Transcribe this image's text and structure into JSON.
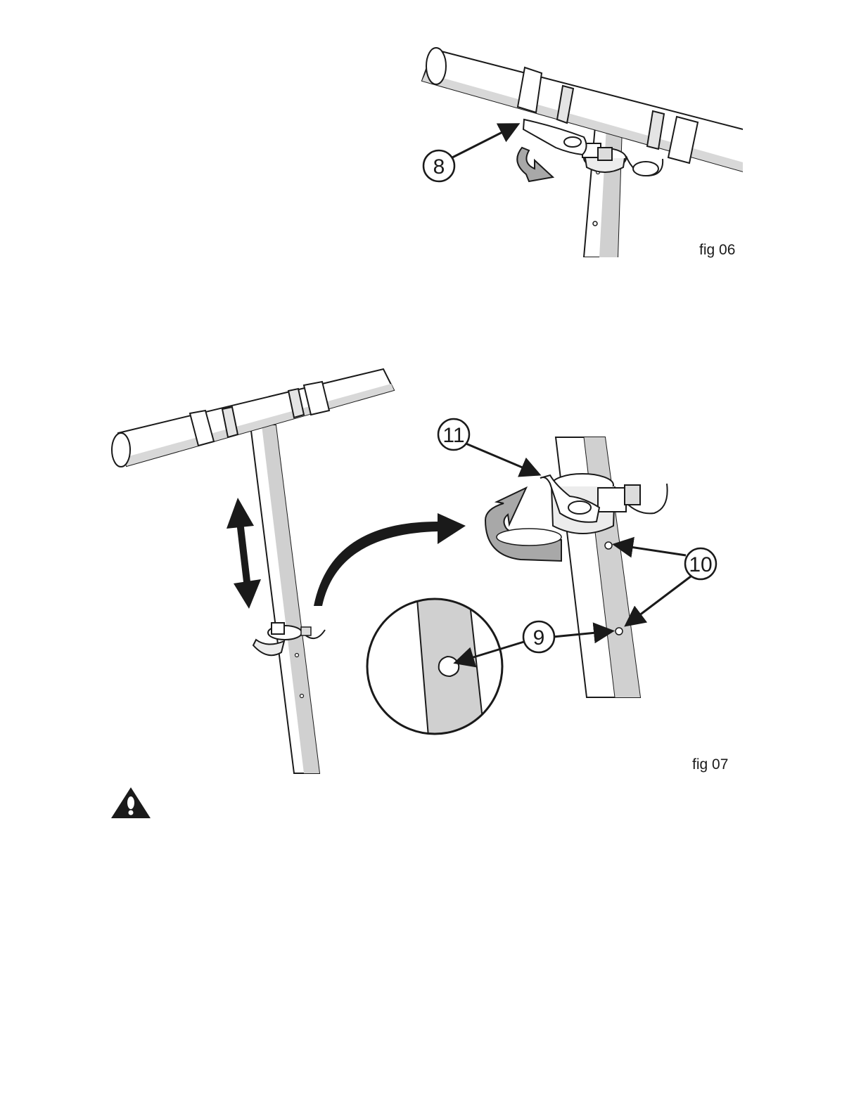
{
  "figures": [
    {
      "label": "fig 06",
      "callouts": [
        {
          "number": "8",
          "points_to": "quick-release lever"
        }
      ],
      "motion": "rotate lever open"
    },
    {
      "label": "fig 07",
      "callouts": [
        {
          "number": "11",
          "points_to": "clamp lever"
        },
        {
          "number": "10",
          "points_to": "height holes"
        },
        {
          "number": "9",
          "points_to": "push pin"
        }
      ],
      "motion": [
        "adjust handlebar height up/down",
        "close clamp lever"
      ]
    }
  ],
  "warning": {
    "icon": "warning-triangle-icon"
  },
  "colors": {
    "line": "#1a1a1a",
    "tube_shade": "#d0d0d0",
    "arrow_gray": "#a8a8a8",
    "background": "#ffffff"
  }
}
